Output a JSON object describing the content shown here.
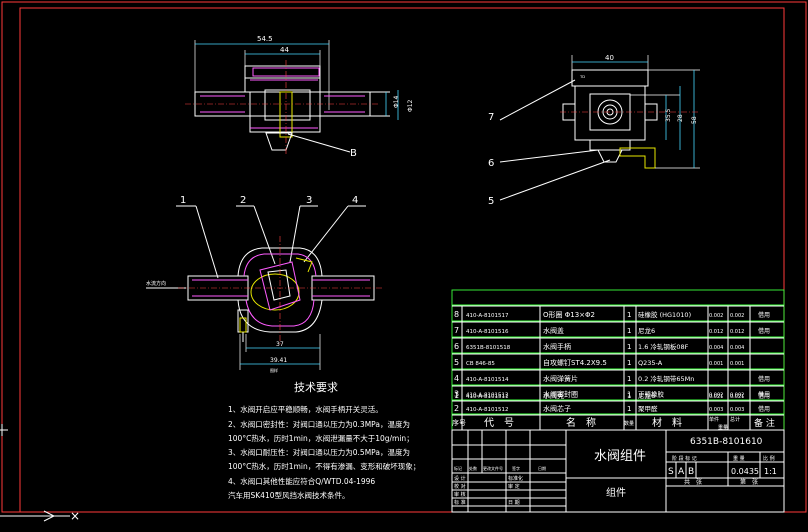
{
  "colors": {
    "background": "#000000",
    "line": "#ffffff",
    "frame": "#ff3a3a",
    "hatch": "#ff5cff",
    "dimension": "#48d8ff",
    "part": "#e8e800",
    "center": "#ff4040"
  },
  "dims": {
    "top_overall": "54.5",
    "top_inner": "44",
    "top_right_d1": "Φ14",
    "top_right_d2": "Φ12",
    "side_width": "40",
    "side_h1": "35.5",
    "side_h2": "28",
    "side_h3": "58",
    "sect_d1": "37",
    "sect_d2": "39.41",
    "sect_sub": "图样",
    "pipe_label": "水流方向"
  },
  "callouts": {
    "b": "B",
    "n7": "7",
    "n6": "6",
    "n5": "5",
    "n1": "1",
    "n2": "2",
    "n3": "3",
    "n4": "4"
  },
  "notes": {
    "title": "技术要求",
    "lines": [
      "1、水阀开启应平稳顺畅，水阀手柄开关灵活。",
      "2、水阀口密封性：对阀口通以压力为0.3MPa，温度为",
      "   100°C热水，历时1min，水阀泄漏量不大于10g/min；",
      "3、水阀口耐压性：对阀口通以压力为0.5MPa，温度为",
      "   100°C热水，历时1min，不得有渗漏、变形和破坏现象；",
      "4、水阀口其他性能应符合Q/WTD.04-1996",
      "   汽车用SK410型风挡水阀技术条件。"
    ]
  },
  "bom": {
    "rows": [
      {
        "no": "8",
        "code": "410-A-8101517",
        "name": "O形圈  Φ13×Φ2",
        "qty": "1",
        "material": "硅橡胶 (HG1010)",
        "w1": "0.002",
        "w2": "0.002",
        "note": "借用"
      },
      {
        "no": "7",
        "code": "410-A-8101516",
        "name": "水阀盖",
        "qty": "1",
        "material": "尼龙6",
        "w1": "0.012",
        "w2": "0.012",
        "note": "借用"
      },
      {
        "no": "6",
        "code": "6351B-8101518",
        "name": "水阀手柄",
        "qty": "1",
        "material": "1.6 冷轧钢板08F",
        "w1": "0.004",
        "w2": "0.004",
        "note": ""
      },
      {
        "no": "5",
        "code": "CB 846-85",
        "name": "自攻螺钉ST4.2X9.5",
        "qty": "1",
        "material": "Q235-A",
        "w1": "0.001",
        "w2": "0.001",
        "note": ""
      },
      {
        "no": "4",
        "code": "410-A-8101514",
        "name": "水阀弹簧片",
        "qty": "1",
        "material": "0.2 冷轧钢带65Mn",
        "w1": "",
        "w2": "",
        "note": "借用"
      },
      {
        "no": "3",
        "code": "410-A-8101513",
        "name": "水阀密封圈",
        "qty": "1",
        "material": "丁腈橡胶",
        "w1": "0.002",
        "w2": "0.002",
        "note": "借用"
      },
      {
        "no": "2",
        "code": "410-A-8101512",
        "name": "水阀芯子",
        "qty": "1",
        "material": "聚甲醛",
        "w1": "0.003",
        "w2": "0.003",
        "note": "借用"
      },
      {
        "no": "1",
        "code": "410-A-8101511",
        "name": "水阀壳",
        "qty": "1",
        "material": "尼龙6",
        "w1": "0.021",
        "w2": "0.021",
        "note": "借用"
      }
    ],
    "header": {
      "no": "序号",
      "code": "代　号",
      "name": "名　称",
      "qty": "数量",
      "material": "材　料",
      "unit_w": "单件",
      "total_w": "总计",
      "weight": "重量",
      "note": "备 注"
    }
  },
  "title_block": {
    "part_name": "水阀组件",
    "drawing_no": "6351B-8101610",
    "subtitle": "组件",
    "stage_label": "阶 段 标 记",
    "weight_label": "重 量",
    "scale_label": "比 例",
    "stage_marks": [
      "S",
      "A",
      "B"
    ],
    "weight": "0.0435",
    "scale": "1:1",
    "sheets": "共　张",
    "sheet": "第　张",
    "rev_cols": [
      "标记",
      "处数",
      "更改文件号",
      "签字",
      "日期"
    ],
    "roles": [
      "设 计",
      "校 对",
      "审 核",
      "标 准"
    ],
    "role2": [
      "标准化",
      "审 定"
    ],
    "date_label": "日 期"
  }
}
